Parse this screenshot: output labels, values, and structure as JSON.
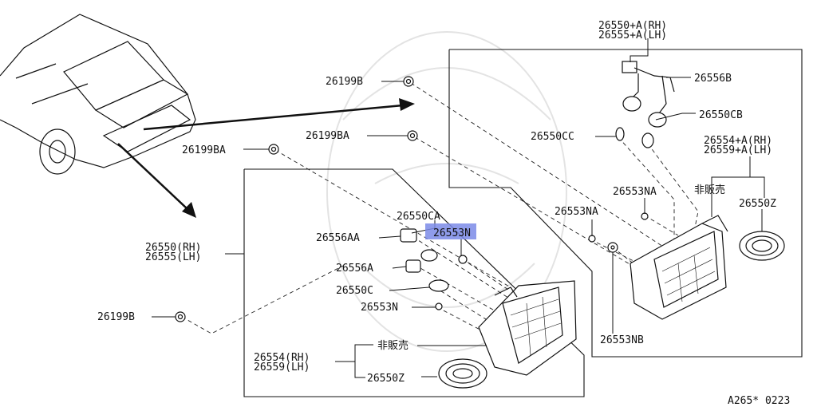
{
  "diagram": {
    "footer_code": "A265* 0223",
    "note_not_sold": "非販売",
    "labels": {
      "rear_rh": "26550+A(RH)",
      "rear_lh": "26555+A(LH)",
      "p26556B": "26556B",
      "p26550CB": "26550CB",
      "p26550CC": "26550CC",
      "inner_rh": "26554+A(RH)",
      "inner_lh": "26559+A(LH)",
      "p26553NA_top": "26553NA",
      "p26553NA_left": "26553NA",
      "p26550Z_right": "26550Z",
      "p26553NB": "26553NB",
      "p26199B_top": "26199B",
      "p26199BA_mid": "26199BA",
      "p26199BA_left": "26199BA",
      "p26550CA": "26550CA",
      "p26553N_hl": "26553N",
      "p26556AA": "26556AA",
      "p26556A": "26556A",
      "p26550C": "26550C",
      "p26553N": "26553N",
      "main_rh": "26550(RH)",
      "main_lh": "26555(LH)",
      "p26199B_bottom": "26199B",
      "lens_rh": "26554(RH)",
      "lens_lh": "26559(LH)",
      "p26550Z_bottom": "26550Z"
    }
  }
}
